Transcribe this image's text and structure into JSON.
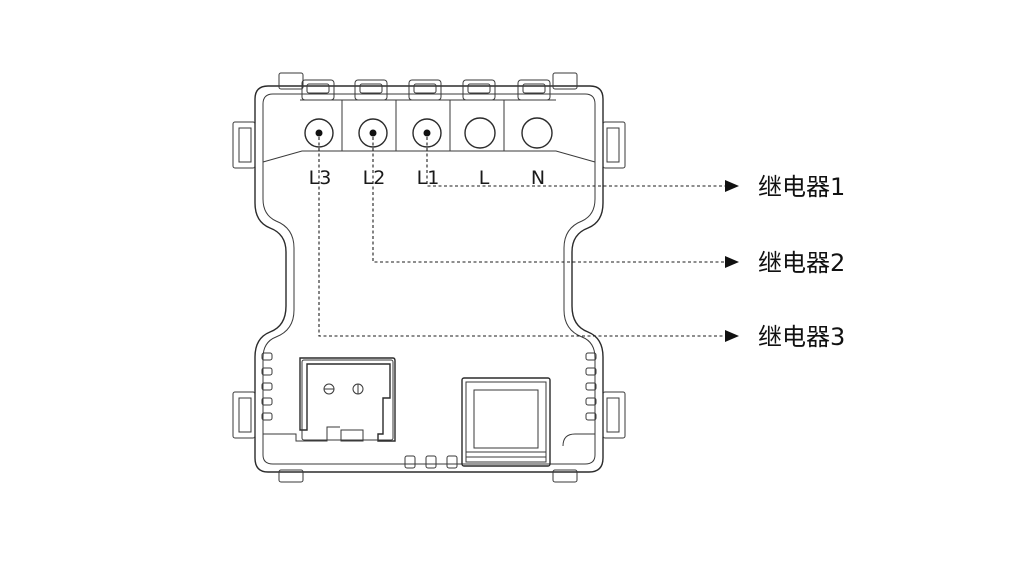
{
  "terminals": [
    {
      "label": "L3",
      "filled": true
    },
    {
      "label": "L2",
      "filled": true
    },
    {
      "label": "L1",
      "filled": true
    },
    {
      "label": "L",
      "filled": false
    },
    {
      "label": "N",
      "filled": false
    }
  ],
  "relays": [
    {
      "label": "继电器1",
      "terminal": "L1"
    },
    {
      "label": "继电器2",
      "terminal": "L2"
    },
    {
      "label": "继电器3",
      "terminal": "L3"
    }
  ]
}
